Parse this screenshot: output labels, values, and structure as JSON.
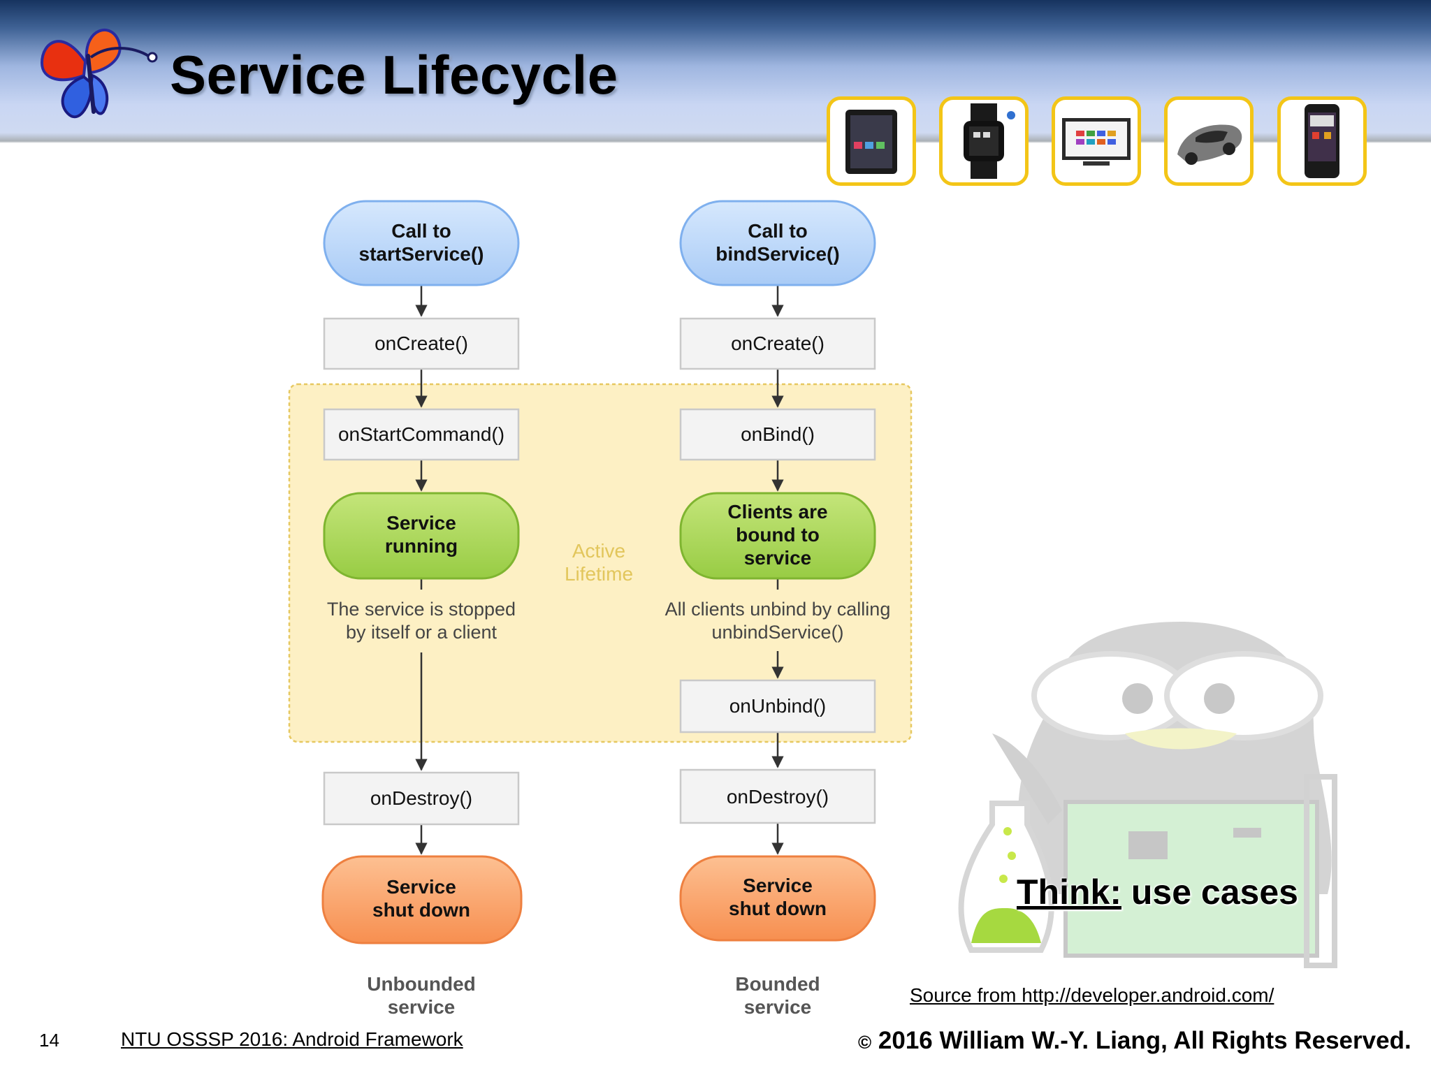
{
  "slide": {
    "title": "Service Lifecycle",
    "page_number": "14",
    "course": "NTU OSSSP 2016: Android Framework",
    "copyright_symbol": "©",
    "copyright": "2016  William W.-Y. Liang, All Rights Reserved.",
    "source": "Source from http://developer.android.com/",
    "think_keyword": "Think:",
    "think_text": " use cases"
  },
  "devices": [
    "tablet-icon",
    "smartwatch-icon",
    "tv-icon",
    "car-icon",
    "phone-icon"
  ],
  "diagram": {
    "active_lifetime": [
      "Active",
      "Lifetime"
    ],
    "left": {
      "start": [
        "Call to",
        "startService()"
      ],
      "create": "onCreate()",
      "start_command": "onStartCommand()",
      "running": [
        "Service",
        "running"
      ],
      "stop_note": [
        "The service is stopped",
        "by itself or a client"
      ],
      "destroy": "onDestroy()",
      "shutdown": [
        "Service",
        "shut down"
      ],
      "caption": [
        "Unbounded",
        "service"
      ]
    },
    "right": {
      "start": [
        "Call to",
        "bindService()"
      ],
      "create": "onCreate()",
      "bind": "onBind()",
      "bound": [
        "Clients are",
        "bound to",
        "service"
      ],
      "unbind_note": [
        "All clients unbind by calling",
        "unbindService()"
      ],
      "unbind": "onUnbind()",
      "destroy": "onDestroy()",
      "shutdown": [
        "Service",
        "shut down"
      ],
      "caption": [
        "Bounded",
        "service"
      ]
    }
  },
  "colors": {
    "blue_fill": "#bcd8fb",
    "green_fill": "#a9d65a",
    "orange_fill": "#f9a36c",
    "active_bg": "#fdf0c4",
    "active_border": "#e6c860",
    "thumb_border": "#f3c517"
  }
}
